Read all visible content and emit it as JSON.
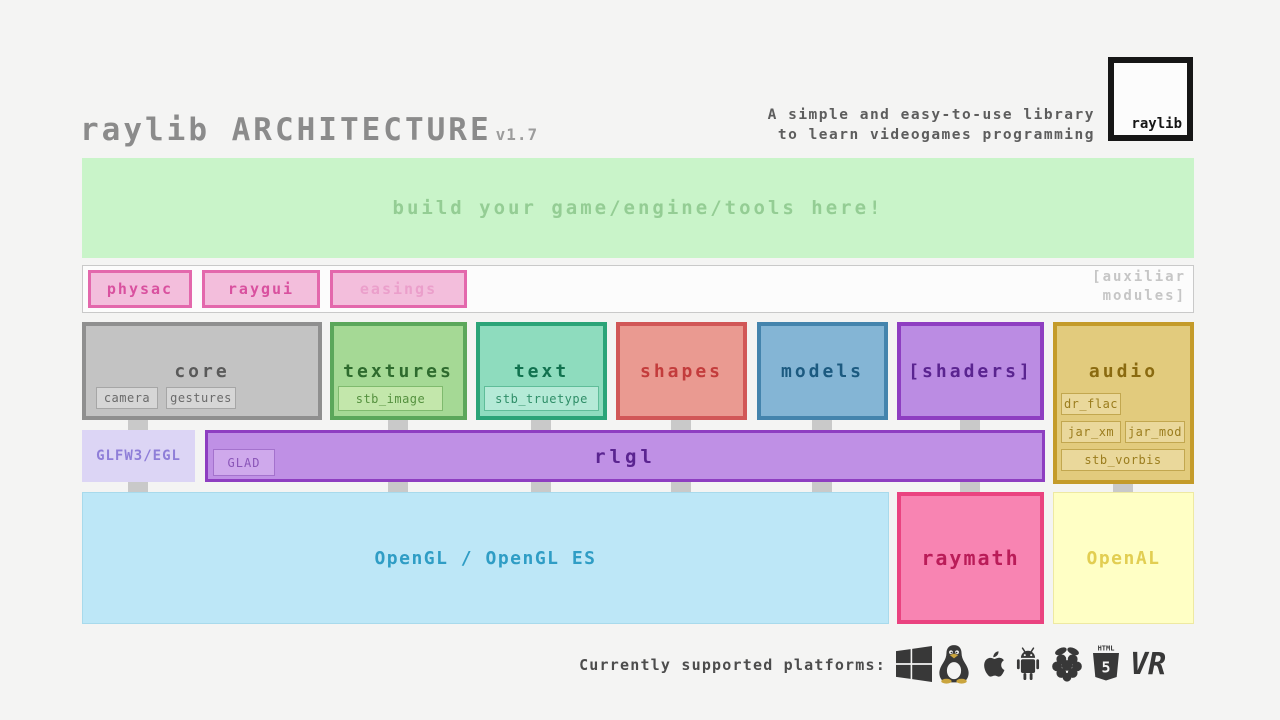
{
  "title": {
    "main": "raylib ARCHITECTURE",
    "version": "v1.7"
  },
  "tagline": {
    "line1": "A simple and easy-to-use library",
    "line2": "to learn videogames programming"
  },
  "logo": {
    "label": "raylib"
  },
  "banner": {
    "label": "build your game/engine/tools here!"
  },
  "aux": {
    "items": [
      "physac",
      "raygui",
      "easings"
    ],
    "caption_line1": "[auxiliar",
    "caption_line2": "modules]"
  },
  "modules": {
    "core": {
      "label": "core",
      "tags": [
        "camera",
        "gestures"
      ]
    },
    "textures": {
      "label": "textures",
      "tag": "stb_image"
    },
    "text": {
      "label": "text",
      "tag": "stb_truetype"
    },
    "shapes": {
      "label": "shapes"
    },
    "models": {
      "label": "models"
    },
    "shaders": {
      "label": "[shaders]"
    },
    "audio": {
      "label": "audio",
      "tags": [
        "dr_flac",
        "jar_xm",
        "jar_mod",
        "stb_vorbis"
      ]
    }
  },
  "mid": {
    "glfw": "GLFW3/EGL",
    "rlgl": "rlgl",
    "glad": "GLAD"
  },
  "base": {
    "opengl": "OpenGL / OpenGL ES",
    "raymath": "raymath",
    "openal": "OpenAL"
  },
  "platforms": {
    "caption": "Currently supported platforms:",
    "icons": [
      "windows",
      "linux",
      "apple",
      "android",
      "raspberry-pi",
      "html5",
      "vr"
    ],
    "html5_top": "HTML",
    "html5_num": "5",
    "vr_label": "VR"
  },
  "palette": {
    "background": "#f4f4f3",
    "banner_green": "#c9f4c9",
    "aux_pink_border": "#e368ac",
    "core_gray": "#8f8f8f",
    "textures_green": "#5ba75b",
    "text_teal": "#2ba478",
    "shapes_red": "#d15757",
    "models_blue": "#4484ad",
    "shaders_purple": "#8e3ec1",
    "audio_gold": "#c49b2a",
    "rlgl_fill": "#bf90e5",
    "glfw_fill": "#dcd5f5",
    "opengl_fill": "#bde7f7",
    "raymath_pink": "#ea4380",
    "openal_yellow": "#ffffc5",
    "connector_gray": "#c9c9c9"
  }
}
